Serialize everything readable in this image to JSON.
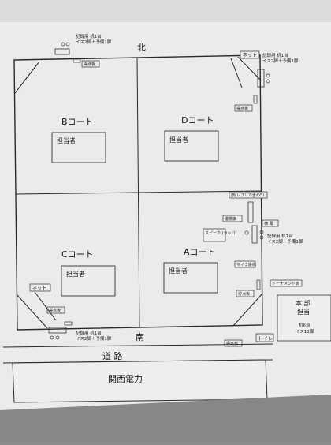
{
  "compass": {
    "north": "北",
    "south": "南"
  },
  "courts": {
    "b": {
      "label": "Bコート",
      "staff": "担当者"
    },
    "d": {
      "label": "Dコート",
      "staff": "担当者"
    },
    "c": {
      "label": "Cコート",
      "staff": "担当者"
    },
    "a": {
      "label": "Aコート",
      "staff": "担当者"
    }
  },
  "record_tables": {
    "north": {
      "line1": "記録用 机1台",
      "line2": "イス2脚＋予備1脚"
    },
    "northeast": {
      "line1": "記録用 机1台",
      "line2": "イス2脚＋予備1脚"
    },
    "east": {
      "line1": "記録用 机1台",
      "line2": "イス2脚＋予備1脚"
    },
    "south": {
      "line1": "記録用 机1台",
      "line2": "イス2脚＋予備1脚"
    }
  },
  "scoreboard": "得点板",
  "net": "ネット",
  "east_side": {
    "flag": "旗(レプリカ含め5)",
    "flag_post": "優勝旗",
    "speaker": "スピーカ\n(ラッパ)",
    "bench": "横 幕",
    "mic": "マイク設備",
    "tournament": "トーナメント表"
  },
  "toilet": "トイレ",
  "hq": {
    "title": "本 部",
    "sub": "担当",
    "line1": "机6台",
    "line2": "イス12脚"
  },
  "road": "道 路",
  "building": "関西電力",
  "colors": {
    "paper": "#eceeef",
    "line": "#2a2a2a"
  }
}
